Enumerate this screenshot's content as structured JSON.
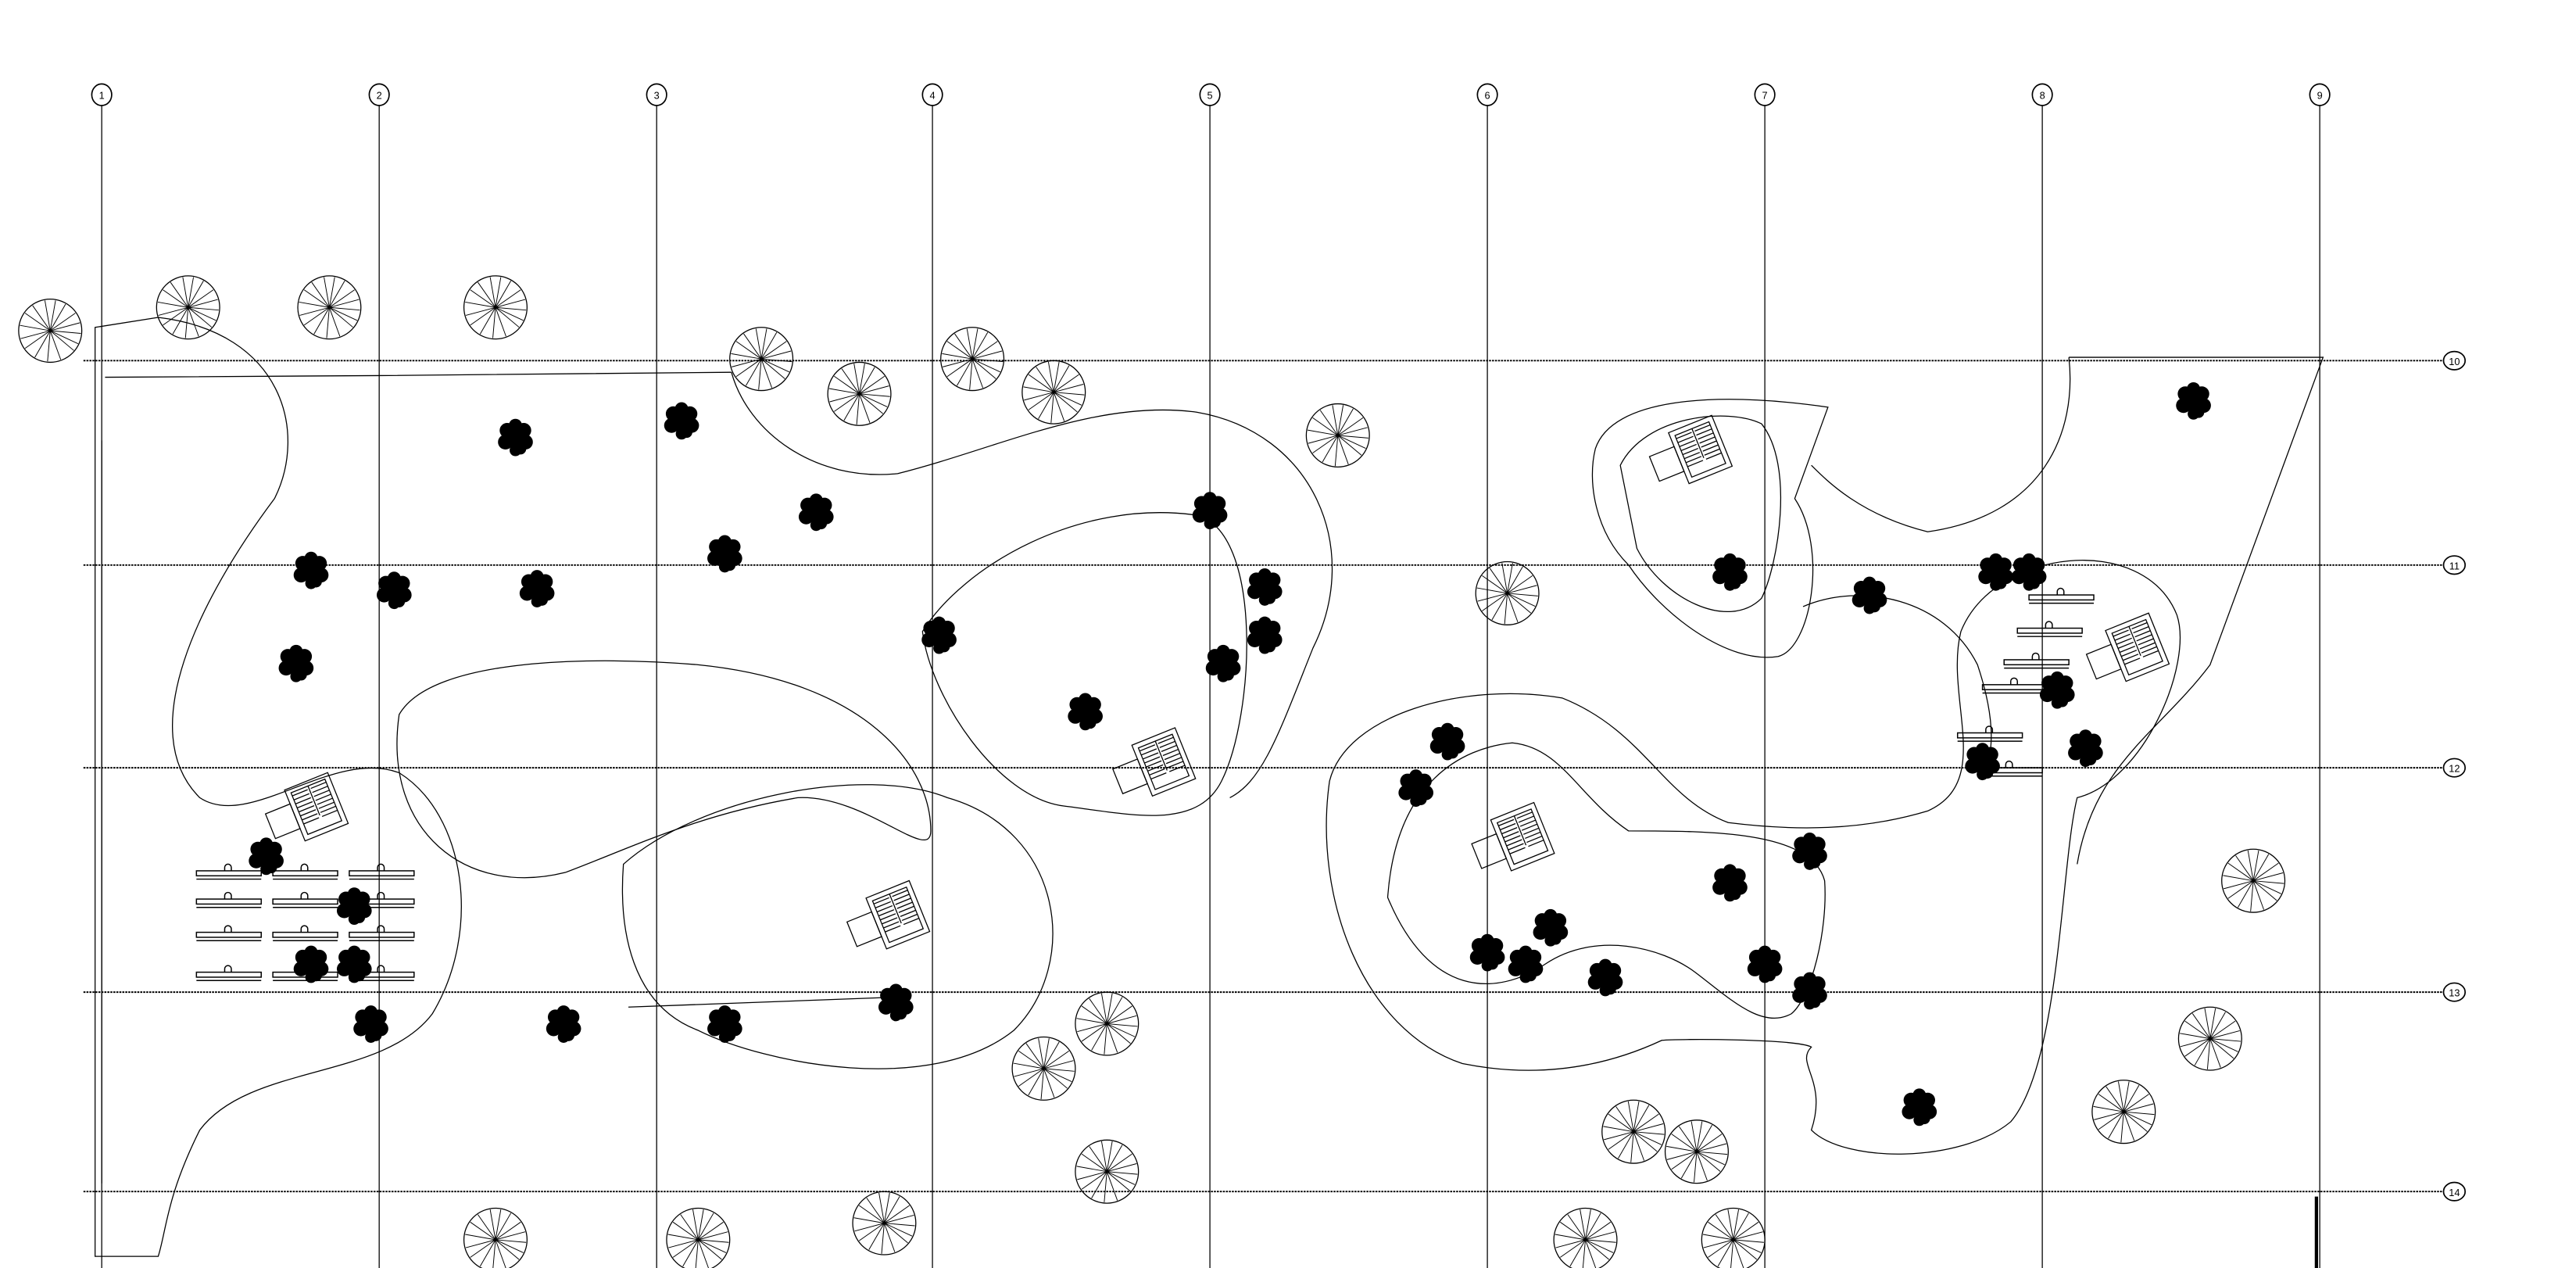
{
  "drawing": {
    "column_grid_labels": [
      "1",
      "2",
      "3",
      "4",
      "5",
      "6",
      "7",
      "8",
      "9"
    ],
    "row_grid_labels": [
      "10",
      "11",
      "12",
      "13",
      "14"
    ],
    "colors": {
      "ink": "#000000",
      "paper": "#ffffff"
    },
    "symbols": [
      "open-canopy-tree",
      "shrub",
      "spiral-stair",
      "bench"
    ]
  }
}
